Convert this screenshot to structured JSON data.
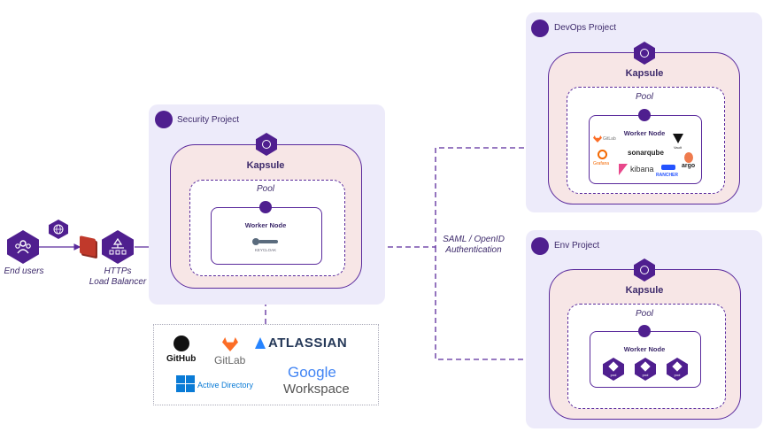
{
  "users": {
    "label": "End users"
  },
  "load_balancer": {
    "label_line1": "HTTPs",
    "label_line2": "Load Balancer"
  },
  "security_project": {
    "title": "Security Project",
    "kapsule": "Kapsule",
    "pool": "Pool",
    "worker": "Worker Node",
    "keycloak": "KEYCLOAK"
  },
  "devops_project": {
    "title": "DevOps Project",
    "kapsule": "Kapsule",
    "pool": "Pool",
    "worker": "Worker Node",
    "tools": {
      "gitlab": "GitLab",
      "vault": "Vault",
      "grafana": "Grafana",
      "sonarqube": "sonarqube",
      "kibana": "kibana",
      "rancher": "RANCHER",
      "argo": "argo"
    }
  },
  "env_project": {
    "title": "Env Project",
    "kapsule": "Kapsule",
    "pool": "Pool",
    "worker": "Worker Node",
    "pods": [
      "pod",
      "pod",
      "pod"
    ]
  },
  "auth_caption": {
    "line1": "SAML / OpenID",
    "line2": "Authentication"
  },
  "identity_providers": {
    "github": "GitHub",
    "gitlab": "GitLab",
    "atlassian": "ATLASSIAN",
    "active_directory": "Active Directory",
    "google_line1": "Google",
    "google_line2": "Workspace"
  },
  "colors": {
    "primary": "#4f1f8f",
    "project_bg": "#edebfa",
    "kapsule_bg": "#f7e6e6",
    "firewall": "#c0392b"
  }
}
